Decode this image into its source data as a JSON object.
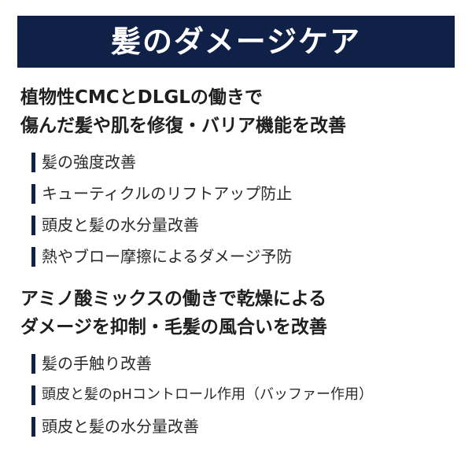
{
  "banner": {
    "title": "髪のダメージケア"
  },
  "colors": {
    "banner_bg": "#0f2147",
    "banner_text": "#ffffff",
    "bullet_bar": "#0f2147"
  },
  "sections": [
    {
      "heading_lines": [
        "植物性CMCとDLGLの働きで",
        "傷んだ髪や肌を修復・バリア機能を改善"
      ],
      "items": [
        "髪の強度改善",
        "キューティクルのリフトアップ防止",
        "頭皮と髪の水分量改善",
        "熱やブロー摩擦によるダメージ予防"
      ]
    },
    {
      "heading_lines": [
        "アミノ酸ミックスの働きで乾燥による",
        "ダメージを抑制・毛髪の風合いを改善"
      ],
      "items": [
        "髪の手触り改善",
        "頭皮と髪のpHコントロール作用（バッファー作用）",
        "頭皮と髪の水分量改善"
      ]
    }
  ]
}
